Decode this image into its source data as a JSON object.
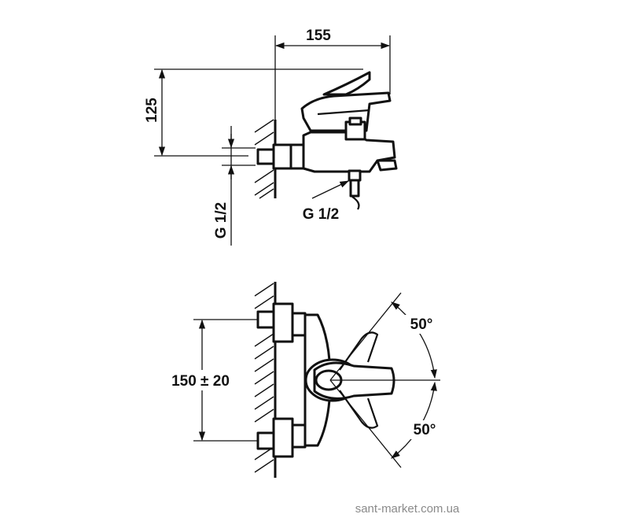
{
  "drawing": {
    "side_view": {
      "width_dimension": "155",
      "height_dimension": "125",
      "inlet_thread_label": "G 1/2",
      "hose_thread_label": "G 1/2"
    },
    "front_view": {
      "spacing_dimension": "150 ± 20",
      "upper_angle": "50°",
      "lower_angle": "50°"
    }
  },
  "watermark": {
    "text": "sant-market.com.ua"
  }
}
